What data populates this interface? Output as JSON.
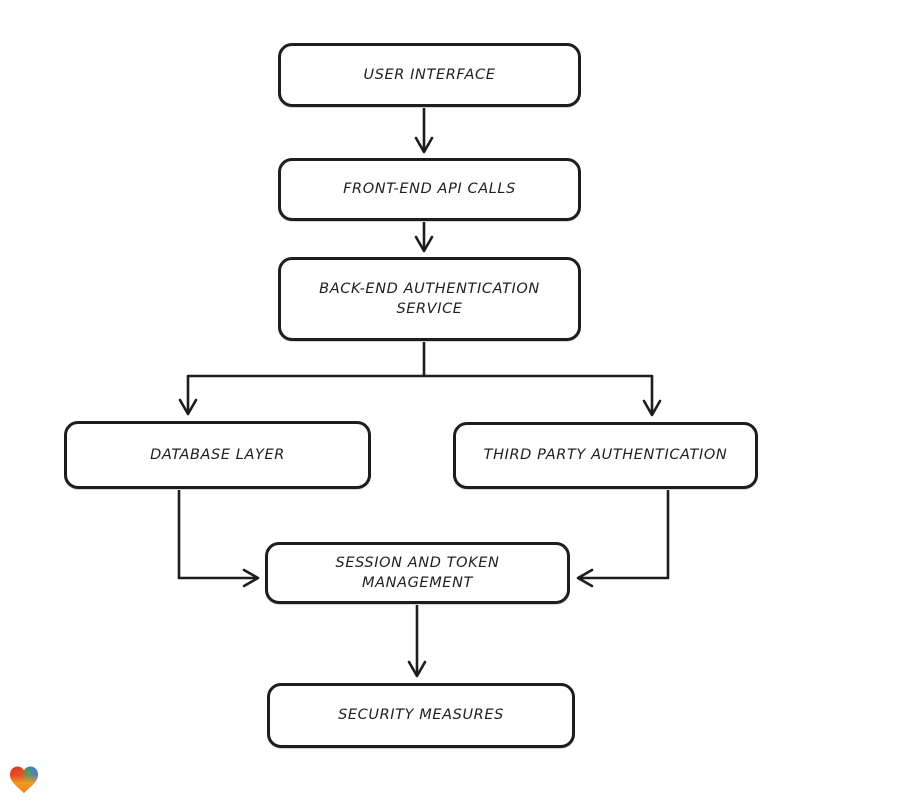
{
  "diagram": {
    "type": "flowchart",
    "background": "#ffffff",
    "stroke_color": "#1d1d1d",
    "node_fill": "#ffffff",
    "text_color": "#1f1f1f",
    "nodes": [
      {
        "id": "user-interface",
        "label": "USER INTERFACE"
      },
      {
        "id": "front-end-api-calls",
        "label": "FRONT-END API CALLS"
      },
      {
        "id": "back-end-auth-service",
        "label": "BACK-END AUTHENTICATION\nSERVICE"
      },
      {
        "id": "database-layer",
        "label": "DATABASE LAYER"
      },
      {
        "id": "third-party-authentication",
        "label": "THIRD PARTY AUTHENTICATION"
      },
      {
        "id": "session-token-management",
        "label": "SESSION AND TOKEN\nMANAGEMENT"
      },
      {
        "id": "security-measures",
        "label": "SECURITY MEASURES"
      }
    ],
    "edges": [
      {
        "from": "user-interface",
        "to": "front-end-api-calls"
      },
      {
        "from": "front-end-api-calls",
        "to": "back-end-auth-service"
      },
      {
        "from": "back-end-auth-service",
        "to": "database-layer"
      },
      {
        "from": "back-end-auth-service",
        "to": "third-party-authentication"
      },
      {
        "from": "database-layer",
        "to": "session-token-management"
      },
      {
        "from": "third-party-authentication",
        "to": "session-token-management"
      },
      {
        "from": "session-token-management",
        "to": "security-measures"
      }
    ]
  },
  "branding": {
    "logo": "heart-gradient-logo",
    "logo_colors": [
      "#e52d27",
      "#2f9e63",
      "#2e7fd9",
      "#f59b1f"
    ]
  }
}
